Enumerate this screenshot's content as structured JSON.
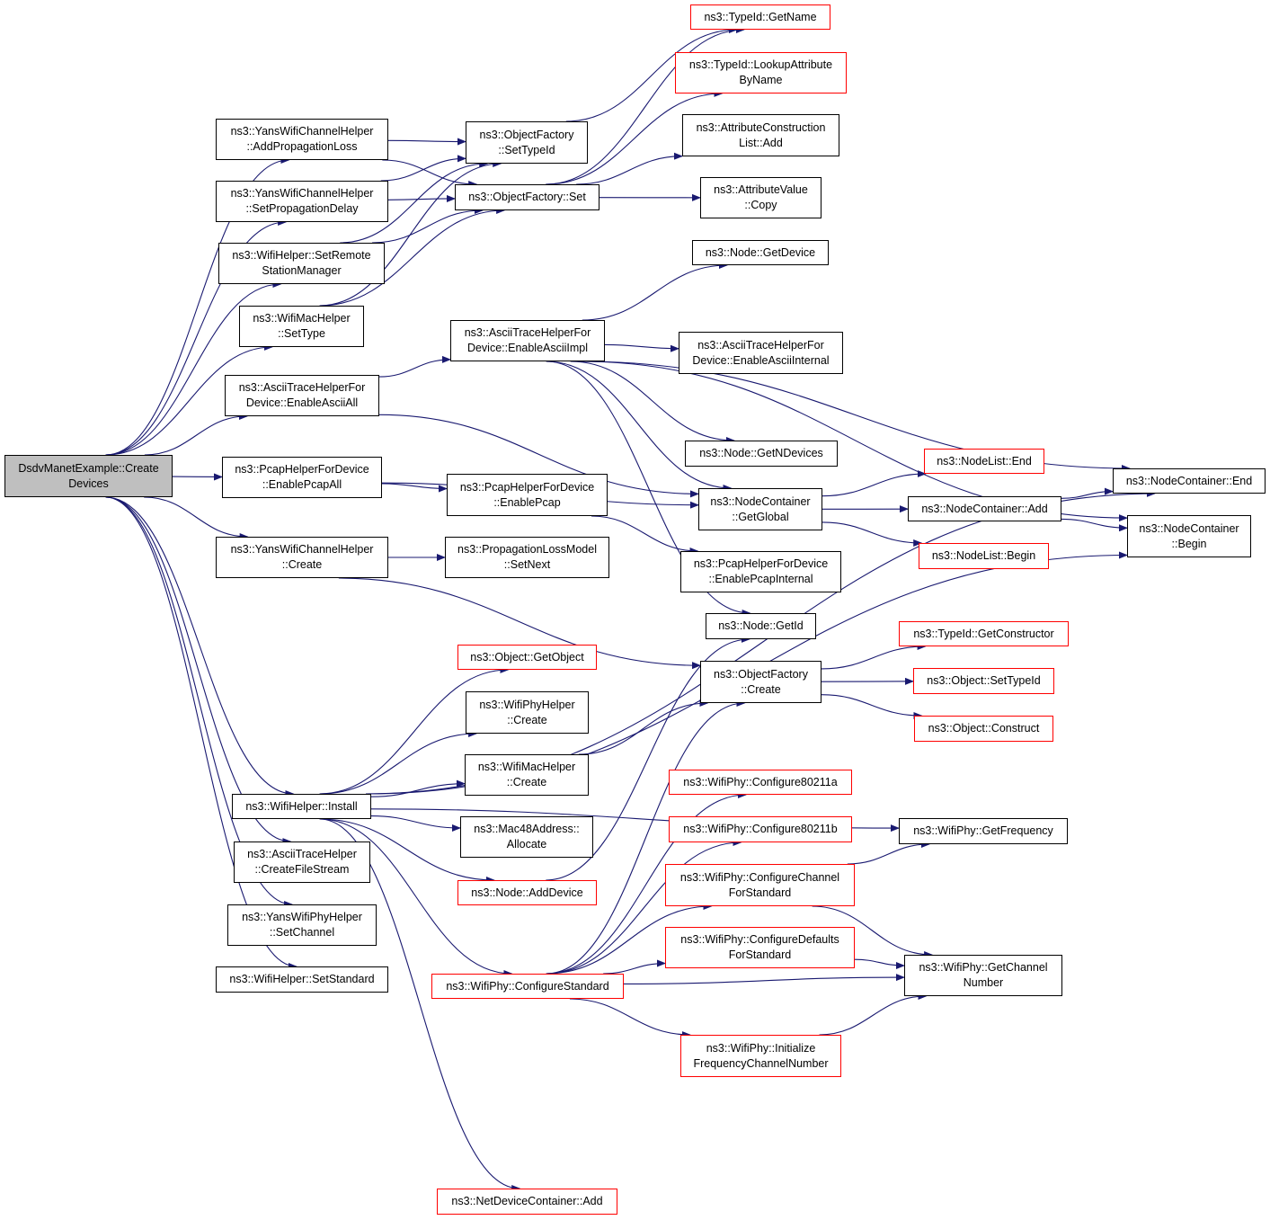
{
  "diagram": {
    "title": "",
    "colors": {
      "edge": "#191970",
      "node_border": "#000000",
      "node_border_truncated": "#ff0000",
      "root_fill": "#bfbfbf"
    },
    "nodes": {
      "root": {
        "label": "DsdvManetExample::Create\nDevices"
      },
      "n_addproploss": {
        "label": "ns3::YansWifiChannelHelper\n::AddPropagationLoss"
      },
      "n_setpropdelay": {
        "label": "ns3::YansWifiChannelHelper\n::SetPropagationDelay"
      },
      "n_setremote": {
        "label": "ns3::WifiHelper::SetRemote\nStationManager"
      },
      "n_wifimac_settype": {
        "label": "ns3::WifiMacHelper\n::SetType"
      },
      "n_enableasciiall": {
        "label": "ns3::AsciiTraceHelperFor\nDevice::EnableAsciiAll"
      },
      "n_enablepcapall": {
        "label": "ns3::PcapHelperForDevice\n::EnablePcapAll"
      },
      "n_ywch_create": {
        "label": "ns3::YansWifiChannelHelper\n::Create"
      },
      "n_wifihelper_install": {
        "label": "ns3::WifiHelper::Install"
      },
      "n_createfilestream": {
        "label": "ns3::AsciiTraceHelper\n::CreateFileStream"
      },
      "n_setchannel": {
        "label": "ns3::YansWifiPhyHelper\n::SetChannel"
      },
      "n_setstandard": {
        "label": "ns3::WifiHelper::SetStandard"
      },
      "n_of_settypeid": {
        "label": "ns3::ObjectFactory\n::SetTypeId"
      },
      "n_of_set": {
        "label": "ns3::ObjectFactory::Set"
      },
      "n_enableasciiimpl": {
        "label": "ns3::AsciiTraceHelperFor\nDevice::EnableAsciiImpl"
      },
      "n_enablepcap": {
        "label": "ns3::PcapHelperForDevice\n::EnablePcap"
      },
      "n_setnext": {
        "label": "ns3::PropagationLossModel\n::SetNext"
      },
      "n_obj_getobject": {
        "label": "ns3::Object::GetObject"
      },
      "n_wifiphyhelper_create": {
        "label": "ns3::WifiPhyHelper\n::Create"
      },
      "n_wifimachelper_create": {
        "label": "ns3::WifiMacHelper\n::Create"
      },
      "n_mac48_allocate": {
        "label": "ns3::Mac48Address::\nAllocate"
      },
      "n_node_adddevice": {
        "label": "ns3::Node::AddDevice"
      },
      "n_configurestandard": {
        "label": "ns3::WifiPhy::ConfigureStandard"
      },
      "n_ndc_add": {
        "label": "ns3::NetDeviceContainer::Add"
      },
      "n_typeid_getname": {
        "label": "ns3::TypeId::GetName"
      },
      "n_lookupattr": {
        "label": "ns3::TypeId::LookupAttribute\nByName"
      },
      "n_attrconstr_add": {
        "label": "ns3::AttributeConstruction\nList::Add"
      },
      "n_attrvalue_copy": {
        "label": "ns3::AttributeValue\n::Copy"
      },
      "n_node_getdevice": {
        "label": "ns3::Node::GetDevice"
      },
      "n_enableasciiinternal": {
        "label": "ns3::AsciiTraceHelperFor\nDevice::EnableAsciiInternal"
      },
      "n_node_getndevices": {
        "label": "ns3::Node::GetNDevices"
      },
      "n_nc_getglobal": {
        "label": "ns3::NodeContainer\n::GetGlobal"
      },
      "n_enablepcapinternal": {
        "label": "ns3::PcapHelperForDevice\n::EnablePcapInternal"
      },
      "n_node_getid": {
        "label": "ns3::Node::GetId"
      },
      "n_of_create": {
        "label": "ns3::ObjectFactory\n::Create"
      },
      "n_cfg80211a": {
        "label": "ns3::WifiPhy::Configure80211a"
      },
      "n_cfg80211b": {
        "label": "ns3::WifiPhy::Configure80211b"
      },
      "n_cfgchannelforstd": {
        "label": "ns3::WifiPhy::ConfigureChannel\nForStandard"
      },
      "n_cfgdefaultsforstd": {
        "label": "ns3::WifiPhy::ConfigureDefaults\nForStandard"
      },
      "n_initfreqchannel": {
        "label": "ns3::WifiPhy::Initialize\nFrequencyChannelNumber"
      },
      "n_nodelist_end": {
        "label": "ns3::NodeList::End"
      },
      "n_nc_add": {
        "label": "ns3::NodeContainer::Add"
      },
      "n_nodelist_begin": {
        "label": "ns3::NodeList::Begin"
      },
      "n_typeid_getconstructor": {
        "label": "ns3::TypeId::GetConstructor"
      },
      "n_obj_settypeid": {
        "label": "ns3::Object::SetTypeId"
      },
      "n_obj_construct": {
        "label": "ns3::Object::Construct"
      },
      "n_getfrequency": {
        "label": "ns3::WifiPhy::GetFrequency"
      },
      "n_getchannelnumber": {
        "label": "ns3::WifiPhy::GetChannel\nNumber"
      },
      "n_nc_end": {
        "label": "ns3::NodeContainer::End"
      },
      "n_nc_begin": {
        "label": "ns3::NodeContainer\n::Begin"
      }
    },
    "edges": [
      [
        "root",
        "n_addproploss"
      ],
      [
        "root",
        "n_setpropdelay"
      ],
      [
        "root",
        "n_setremote"
      ],
      [
        "root",
        "n_wifimac_settype"
      ],
      [
        "root",
        "n_enableasciiall"
      ],
      [
        "root",
        "n_enablepcapall"
      ],
      [
        "root",
        "n_ywch_create"
      ],
      [
        "root",
        "n_wifihelper_install"
      ],
      [
        "root",
        "n_createfilestream"
      ],
      [
        "root",
        "n_setchannel"
      ],
      [
        "root",
        "n_setstandard"
      ],
      [
        "n_addproploss",
        "n_of_settypeid"
      ],
      [
        "n_addproploss",
        "n_of_set"
      ],
      [
        "n_setpropdelay",
        "n_of_settypeid"
      ],
      [
        "n_setpropdelay",
        "n_of_set"
      ],
      [
        "n_setremote",
        "n_of_settypeid"
      ],
      [
        "n_setremote",
        "n_of_set"
      ],
      [
        "n_wifimac_settype",
        "n_of_settypeid"
      ],
      [
        "n_wifimac_settype",
        "n_of_set"
      ],
      [
        "n_of_settypeid",
        "n_typeid_getname"
      ],
      [
        "n_of_set",
        "n_typeid_getname"
      ],
      [
        "n_of_set",
        "n_lookupattr"
      ],
      [
        "n_of_set",
        "n_attrconstr_add"
      ],
      [
        "n_of_set",
        "n_attrvalue_copy"
      ],
      [
        "n_enableasciiall",
        "n_enableasciiimpl"
      ],
      [
        "n_enableasciiall",
        "n_nc_getglobal"
      ],
      [
        "n_enableasciiimpl",
        "n_node_getdevice"
      ],
      [
        "n_enableasciiimpl",
        "n_enableasciiinternal"
      ],
      [
        "n_enableasciiimpl",
        "n_node_getndevices"
      ],
      [
        "n_enableasciiimpl",
        "n_nc_getglobal"
      ],
      [
        "n_enableasciiimpl",
        "n_node_getid"
      ],
      [
        "n_enableasciiimpl",
        "n_nc_end"
      ],
      [
        "n_enableasciiimpl",
        "n_nc_begin"
      ],
      [
        "n_enablepcapall",
        "n_enablepcap"
      ],
      [
        "n_enablepcapall",
        "n_nc_getglobal"
      ],
      [
        "n_enablepcap",
        "n_enablepcapinternal"
      ],
      [
        "n_nc_getglobal",
        "n_nodelist_end"
      ],
      [
        "n_nc_getglobal",
        "n_nc_add"
      ],
      [
        "n_nc_getglobal",
        "n_nodelist_begin"
      ],
      [
        "n_nc_add",
        "n_nc_end"
      ],
      [
        "n_nc_add",
        "n_nc_begin"
      ],
      [
        "n_ywch_create",
        "n_setnext"
      ],
      [
        "n_ywch_create",
        "n_of_create"
      ],
      [
        "n_of_create",
        "n_typeid_getconstructor"
      ],
      [
        "n_of_create",
        "n_obj_settypeid"
      ],
      [
        "n_of_create",
        "n_obj_construct"
      ],
      [
        "n_wifihelper_install",
        "n_obj_getobject"
      ],
      [
        "n_wifihelper_install",
        "n_wifiphyhelper_create"
      ],
      [
        "n_wifihelper_install",
        "n_wifimachelper_create"
      ],
      [
        "n_wifihelper_install",
        "n_mac48_allocate"
      ],
      [
        "n_wifihelper_install",
        "n_node_adddevice"
      ],
      [
        "n_wifihelper_install",
        "n_configurestandard"
      ],
      [
        "n_wifihelper_install",
        "n_ndc_add"
      ],
      [
        "n_wifihelper_install",
        "n_getfrequency"
      ],
      [
        "n_wifihelper_install",
        "n_nc_end"
      ],
      [
        "n_wifihelper_install",
        "n_nc_begin"
      ],
      [
        "n_wifimachelper_create",
        "n_of_create"
      ],
      [
        "n_node_adddevice",
        "n_node_getid"
      ],
      [
        "n_configurestandard",
        "n_cfg80211a"
      ],
      [
        "n_configurestandard",
        "n_cfg80211b"
      ],
      [
        "n_configurestandard",
        "n_cfgchannelforstd"
      ],
      [
        "n_configurestandard",
        "n_cfgdefaultsforstd"
      ],
      [
        "n_configurestandard",
        "n_initfreqchannel"
      ],
      [
        "n_configurestandard",
        "n_getchannelnumber"
      ],
      [
        "n_configurestandard",
        "n_of_create"
      ],
      [
        "n_cfgchannelforstd",
        "n_getfrequency"
      ],
      [
        "n_cfgchannelforstd",
        "n_getchannelnumber"
      ],
      [
        "n_cfgdefaultsforstd",
        "n_getchannelnumber"
      ],
      [
        "n_initfreqchannel",
        "n_getchannelnumber"
      ]
    ]
  }
}
